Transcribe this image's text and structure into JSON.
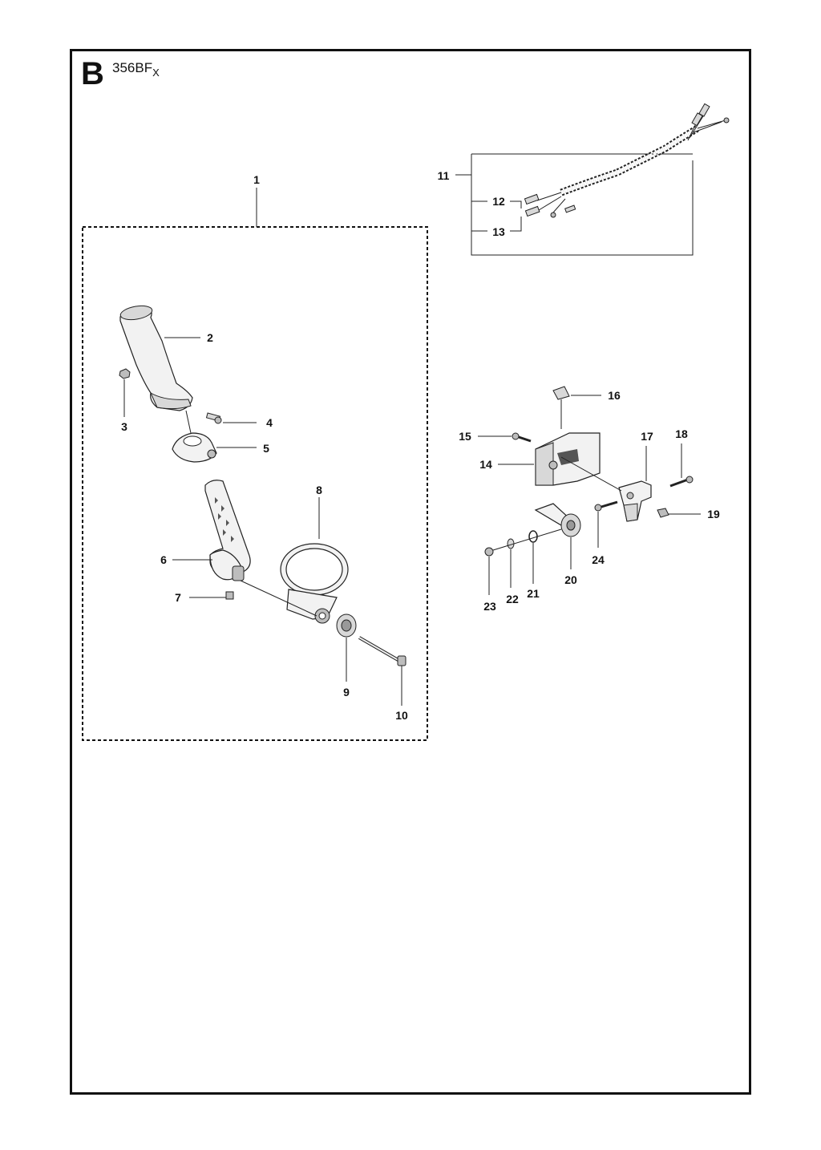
{
  "header": {
    "section_letter": "B",
    "model_base": "356BF",
    "model_suffix": "X"
  },
  "callouts": [
    {
      "id": "1",
      "label": "1"
    },
    {
      "id": "2",
      "label": "2"
    },
    {
      "id": "3",
      "label": "3"
    },
    {
      "id": "4",
      "label": "4"
    },
    {
      "id": "5",
      "label": "5"
    },
    {
      "id": "6",
      "label": "6"
    },
    {
      "id": "7",
      "label": "7"
    },
    {
      "id": "8",
      "label": "8"
    },
    {
      "id": "9",
      "label": "9"
    },
    {
      "id": "10",
      "label": "10"
    },
    {
      "id": "11",
      "label": "11"
    },
    {
      "id": "12",
      "label": "12"
    },
    {
      "id": "13",
      "label": "13"
    },
    {
      "id": "14",
      "label": "14"
    },
    {
      "id": "15",
      "label": "15"
    },
    {
      "id": "16",
      "label": "16"
    },
    {
      "id": "17",
      "label": "17"
    },
    {
      "id": "18",
      "label": "18"
    },
    {
      "id": "19",
      "label": "19"
    },
    {
      "id": "20",
      "label": "20"
    },
    {
      "id": "21",
      "label": "21"
    },
    {
      "id": "22",
      "label": "22"
    },
    {
      "id": "23",
      "label": "23"
    },
    {
      "id": "24",
      "label": "24"
    }
  ],
  "colors": {
    "ink": "#111111",
    "part_fill": "#f2f2f2",
    "part_shade": "#bdbdbd"
  }
}
